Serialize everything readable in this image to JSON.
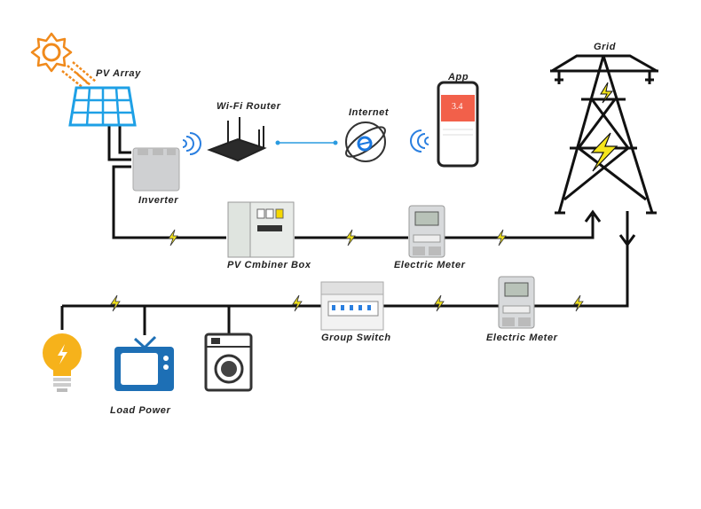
{
  "labels": {
    "pv_array": "PV Array",
    "wifi_router": "Wi-Fi Router",
    "internet": "Internet",
    "app": "App",
    "grid": "Grid",
    "inverter": "Inverter",
    "combiner_box": "PV Cmbiner Box",
    "electric_meter_1": "Electric Meter",
    "group_switch": "Group Switch",
    "electric_meter_2": "Electric Meter",
    "load_power": "Load Power"
  },
  "app_screen": {
    "value": "3.4"
  },
  "colors": {
    "line": "#111111",
    "sun": "#f08a1c",
    "solar_panel": "#1ea0e6",
    "wifi": "#2a7fe0",
    "bolt": "#f5e51b",
    "app_header": "#f2604a",
    "tv": "#1d6fb5",
    "bulb": "#f6b21b"
  },
  "icons": [
    "sun-icon",
    "solar-panel-icon",
    "inverter-icon",
    "wifi-signal-icon",
    "router-icon",
    "internet-globe-icon",
    "smartphone-icon",
    "power-tower-icon",
    "combiner-box-icon",
    "electric-meter-icon",
    "group-switch-icon",
    "light-bulb-icon",
    "tv-icon",
    "washing-machine-icon",
    "lightning-bolt-icon",
    "arrow-up-icon",
    "arrow-down-icon"
  ]
}
